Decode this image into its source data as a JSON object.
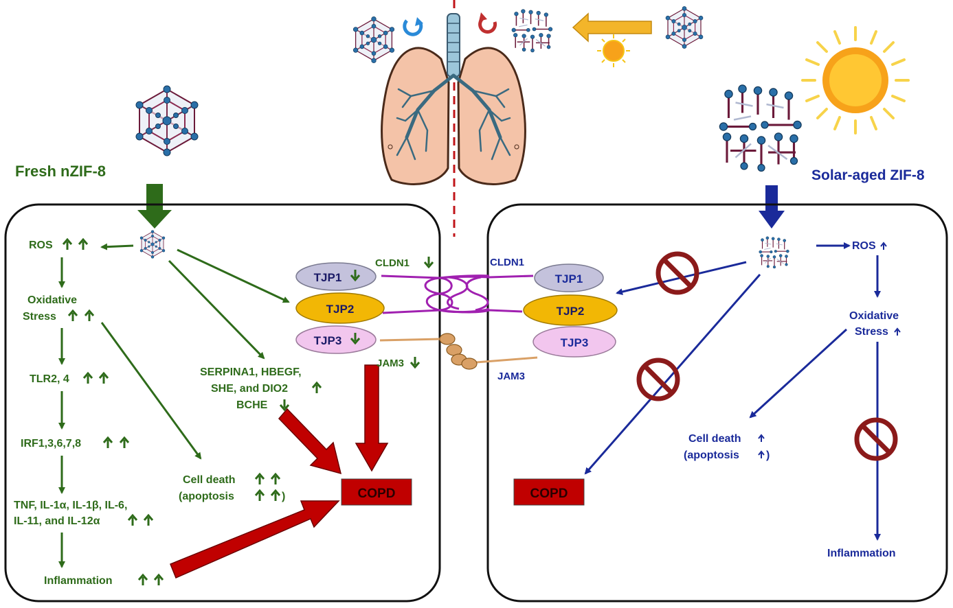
{
  "left": {
    "title": "Fresh nZIF-8",
    "ros": "ROS",
    "oxidative": "Oxidative",
    "stress": "Stress",
    "tlr": "TLR2, 4",
    "irf": "IRF1,3,6,7,8",
    "tnf_line1": "TNF, IL-1α, IL-1β, IL-6,",
    "tnf_line2": "IL-11, and IL-12α",
    "inflammation": "Inflammation",
    "serpina_line1": "SERPINA1, HBEGF,",
    "serpina_line2": "SHE, and DIO2",
    "bche": "BCHE",
    "celldeath": "Cell death",
    "apoptosis_open": "(apoptosis",
    "apoptosis_close": ")",
    "copd": "COPD"
  },
  "junction_left": {
    "tjp1": "TJP1",
    "tjp2": "TJP2",
    "tjp3": "TJP3",
    "cldn1": "CLDN1",
    "jam3": "JAM3"
  },
  "junction_right": {
    "tjp1": "TJP1",
    "tjp2": "TJP2",
    "tjp3": "TJP3",
    "cldn1": "CLDN1",
    "jam3": "JAM3"
  },
  "right": {
    "title": "Solar-aged ZIF-8",
    "ros": "ROS",
    "oxidative": "Oxidative",
    "stress": "Stress",
    "celldeath": "Cell death",
    "apoptosis_open": "(apoptosis",
    "apoptosis_close": ")",
    "inflammation": "Inflammation",
    "copd": "COPD"
  },
  "colors": {
    "fresh_green": "#2e6b1a",
    "aged_blue": "#1a2a9a",
    "copd_red": "#c00000",
    "tjp1_fill": "#c4c2dc",
    "tjp2_fill": "#f2b705",
    "tjp3_fill": "#f2c6ee",
    "claudin_magenta": "#a020b0",
    "jam_tan": "#d9a066"
  },
  "icons": [
    "zif8-crystal-icon",
    "aged-zif8-icon",
    "lungs-icon",
    "sun-icon",
    "prohibition-icon",
    "arrow-up-icon",
    "arrow-down-icon",
    "rotate-arrow-icon"
  ]
}
